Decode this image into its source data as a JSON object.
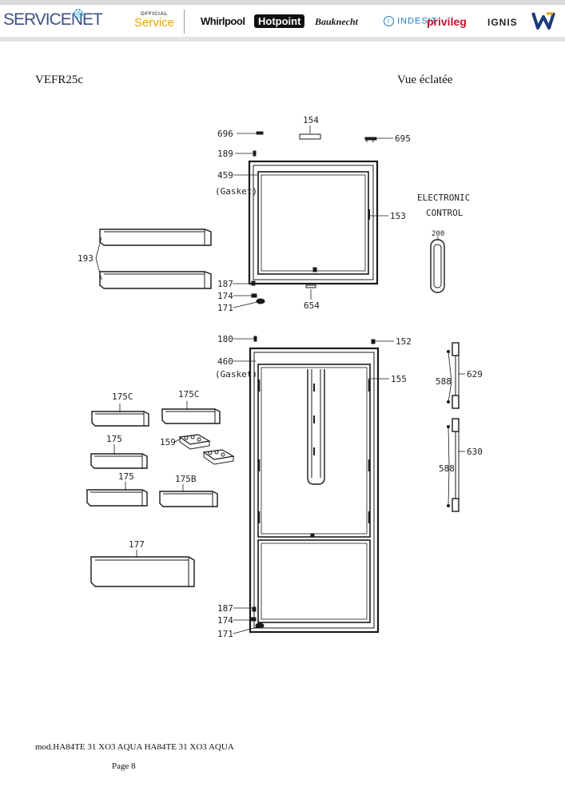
{
  "header": {
    "brands": {
      "servicenet": "SERVICENET",
      "official_small": "OFFICIAL",
      "official_big": "Service",
      "whirlpool": "Whirlpool",
      "hotpoint": "Hotpoint",
      "bauknecht": "Bauknecht",
      "indesit": "INDESIT",
      "privileg": "privileg",
      "ignis": "IGNIS"
    }
  },
  "page": {
    "model_code": "VEFR25c",
    "view_title": "Vue éclatée",
    "footer_model": "mod.HA84TE 31 XO3 AQUA HA84TE 31 XO3 AQUA",
    "footer_page": "Page 8"
  },
  "diagram": {
    "electronic_control": [
      "ELECTRONIC",
      "CONTROL"
    ],
    "labels": {
      "p154": "154",
      "p696": "696",
      "p695": "695",
      "p189": "189",
      "p459": "459",
      "gasket1": "(Gasket)",
      "p153": "153",
      "p193": "193",
      "p200": "200",
      "p187a": "187",
      "p174a": "174",
      "p171a": "171",
      "p654": "654",
      "p180": "180",
      "p152": "152",
      "p460": "460",
      "gasket2": "(Gasket)",
      "p155": "155",
      "p588a": "588",
      "p629": "629",
      "p588b": "588",
      "p630": "630",
      "p175c1": "175C",
      "p175c2": "175C",
      "p175": "175",
      "p159": "159",
      "p175b": "175",
      "p175B": "175B",
      "p177": "177",
      "p187b": "187",
      "p174b": "174",
      "p171b": "171"
    }
  }
}
